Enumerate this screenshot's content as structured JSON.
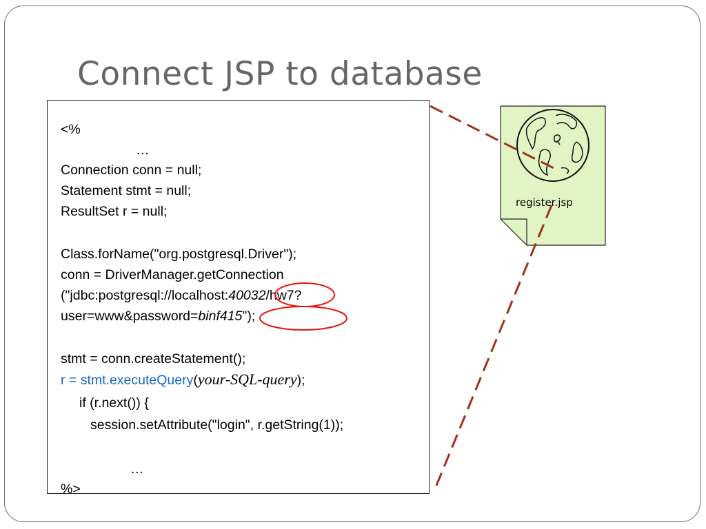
{
  "slide": {
    "title": "Connect JSP to database"
  },
  "code": {
    "open_tag": "<%",
    "ellipsis_1": "…",
    "decl_conn": "Connection conn = null;",
    "decl_stmt": "Statement stmt = null;",
    "decl_rs": "ResultSet r = null;",
    "class_forname": "Class.forName(\"org.postgresql.Driver\");",
    "get_connection": "conn = DriverManager.getConnection",
    "url_prefix": "(\"jdbc:postgresql://localhost:",
    "port": "40032",
    "url_suffix": "/hw7?",
    "user_prefix": "user=www&password=",
    "password": "binf415",
    "user_suffix": "\");",
    "create_statement": "stmt = conn.createStatement();",
    "execute_query": "r = stmt.executeQuery",
    "execute_paren_open": "(",
    "sql_placeholder": "your-SQL-query",
    "execute_paren_close": ");",
    "if_next": "if (r.next()) {",
    "set_attribute": "session.setAttribute(\"login\", r.getString(1));",
    "ellipsis_2": "…",
    "close_tag": "%>"
  },
  "file": {
    "label": "register.jsp",
    "icon": "globe-icon"
  },
  "colors": {
    "highlight_red": "#e8120c",
    "method_blue": "#1668c0",
    "connector_line": "#a0321e",
    "file_fill": "#e1f5c4",
    "title_gray": "#666666"
  }
}
